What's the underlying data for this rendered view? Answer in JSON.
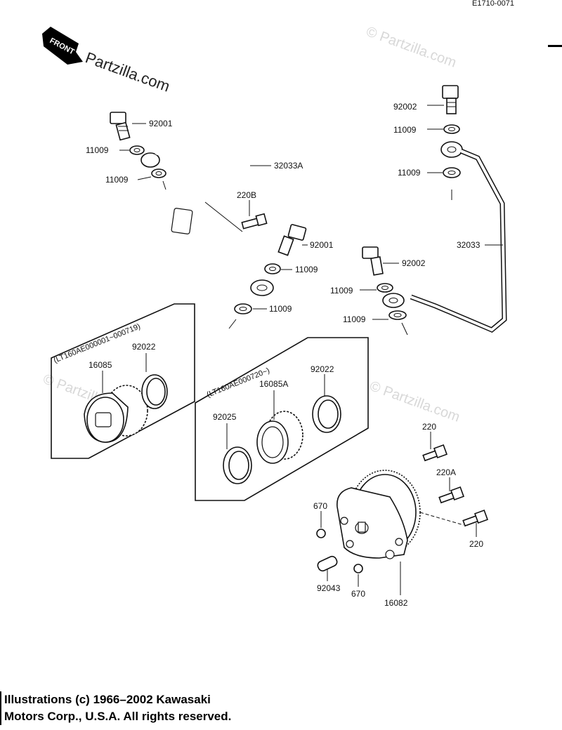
{
  "diagram_id": "E1710-0071",
  "front_label": "FRONT",
  "watermark": "© Partzilla.com",
  "watermark_main": "Partzilla.com",
  "copyright": {
    "line1": "Illustrations (c) 1966–2002 Kawasaki",
    "line2": "Motors Corp., U.S.A.  All rights reserved."
  },
  "boxes": {
    "left_caption": "(LT160AE000001~000719)",
    "right_caption": "(LT160AE000720~)"
  },
  "labels": {
    "bolt_92001_top": "92001",
    "washer_11009_a": "11009",
    "washer_11009_b": "11009",
    "pipe_32033A": "32033A",
    "bolt_220B": "220B",
    "bolt_92001_mid": "92001",
    "washer_11009_c": "11009",
    "washer_11009_d": "11009",
    "bolt_92002_top": "92002",
    "washer_11009_e": "11009",
    "washer_11009_f": "11009",
    "pipe_32033": "32033",
    "bolt_92002_mid": "92002",
    "washer_11009_g": "11009",
    "washer_11009_h": "11009",
    "gear_16085": "16085",
    "ring_92022_left": "92022",
    "gear_16085A": "16085A",
    "ring_92022_right": "92022",
    "ring_92025": "92025",
    "bolt_220_top": "220",
    "bolt_220A": "220A",
    "bolt_220_bottom": "220",
    "oring_670_top": "670",
    "pin_92043": "92043",
    "oring_670_bottom": "670",
    "pump_16082": "16082"
  }
}
